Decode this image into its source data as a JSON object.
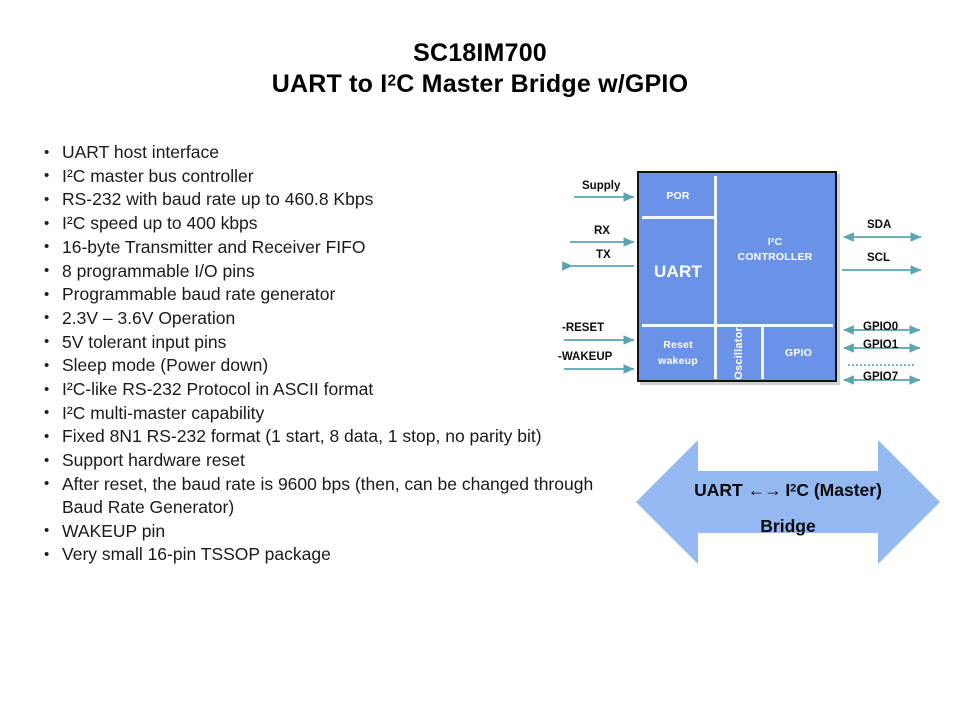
{
  "title": {
    "line1": "SC18IM700",
    "line2_pre": "UART to I",
    "line2_sup": "2",
    "line2_post": "C Master Bridge w/GPIO"
  },
  "features": [
    "UART host interface",
    "I²C master bus controller",
    "RS-232 with baud rate up to 460.8 Kbps",
    "I²C speed up to 400 kbps",
    "16-byte Transmitter and Receiver FIFO",
    "8 programmable I/O pins",
    "Programmable baud rate generator",
    "2.3V – 3.6V Operation",
    "5V tolerant input pins",
    "Sleep mode (Power down)",
    "I²C-like RS-232 Protocol in ASCII format",
    "I²C multi-master capability",
    "Fixed 8N1 RS-232 format (1 start, 8 data, 1 stop, no parity bit)",
    "Support hardware reset",
    "After reset, the baud rate is 9600 bps (then, can be changed through Baud Rate Generator)",
    "WAKEUP pin",
    "Very small 16-pin TSSOP package"
  ],
  "diagram": {
    "blocks": {
      "por": "POR",
      "uart": "UART",
      "i2c_line1": "I²C",
      "i2c_line2": "CONTROLLER",
      "reset_line1": "Reset",
      "reset_line2": "wakeup",
      "oscillator": "Oscillator",
      "gpio": "GPIO"
    },
    "left_pins": [
      {
        "label": "Supply",
        "direction": "in"
      },
      {
        "label": "RX",
        "direction": "in"
      },
      {
        "label": "TX",
        "direction": "out"
      },
      {
        "label": "-RESET",
        "direction": "in"
      },
      {
        "label": "-WAKEUP",
        "direction": "in"
      }
    ],
    "right_pins": [
      {
        "label": "SDA",
        "direction": "bidirectional"
      },
      {
        "label": "SCL",
        "direction": "out"
      },
      {
        "label": "GPIO0",
        "direction": "bidirectional"
      },
      {
        "label": "GPIO1",
        "direction": "bidirectional"
      },
      {
        "label": "GPIO7",
        "direction": "bidirectional"
      }
    ],
    "colors": {
      "block_fill": "#6a93e8",
      "block_border": "#121212",
      "wire": "#5aa5b0",
      "block_divider": "#f2f6fd"
    }
  },
  "bridge": {
    "line1_pre": "UART  ",
    "line1_arrows": "←→",
    "line1_mid": "  I",
    "line1_sup": "2",
    "line1_post": "C (Master)",
    "line2": "Bridge",
    "color": "#93b8f2"
  }
}
